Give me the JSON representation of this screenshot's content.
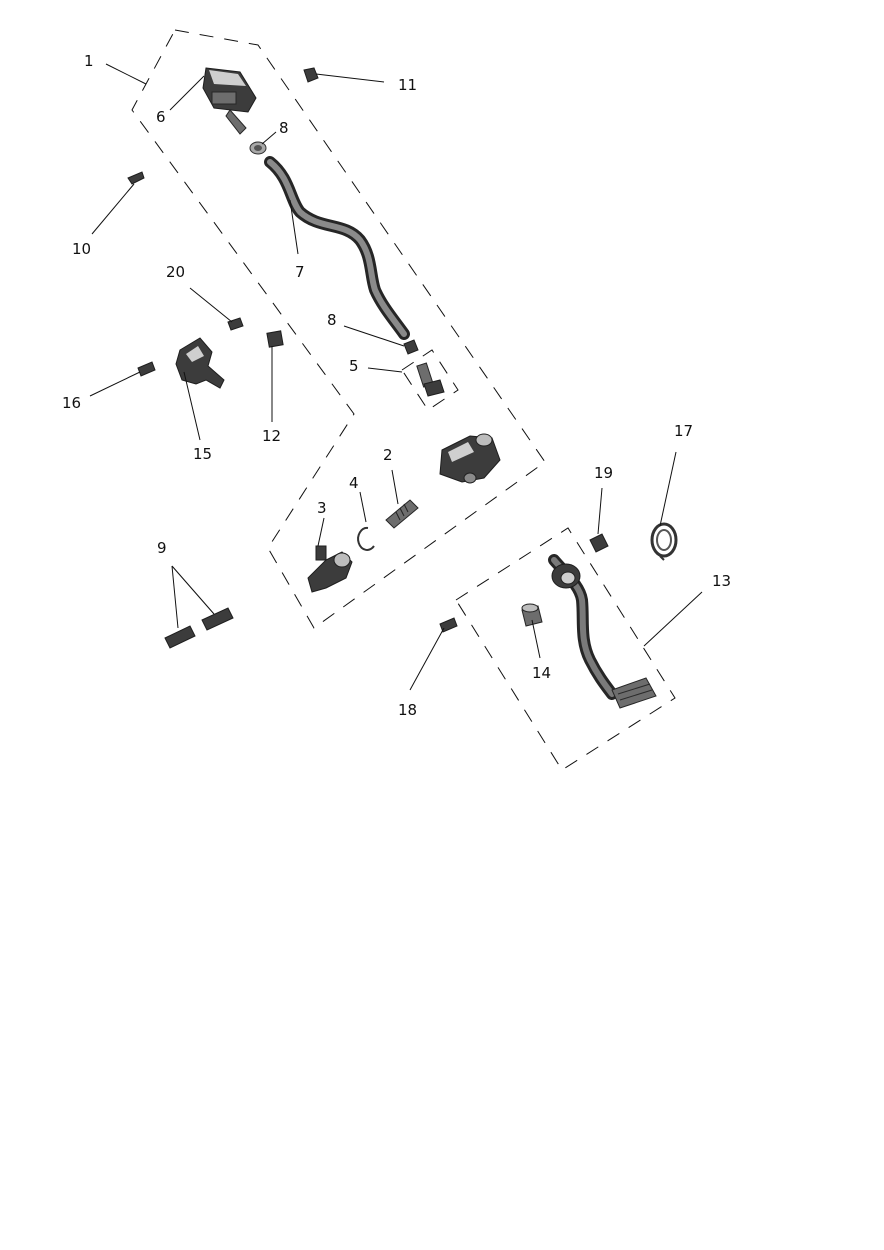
{
  "callouts": {
    "c1": "1",
    "c2": "2",
    "c3": "3",
    "c4": "4",
    "c5": "5",
    "c6": "6",
    "c7": "7",
    "c8a": "8",
    "c8b": "8",
    "c9": "9",
    "c10": "10",
    "c11": "11",
    "c12": "12",
    "c13": "13",
    "c14": "14",
    "c15": "15",
    "c16": "16",
    "c17": "17",
    "c18": "18",
    "c19": "19",
    "c20": "20"
  },
  "colors": {
    "line": "#111111",
    "part": "#3c3c3c"
  }
}
